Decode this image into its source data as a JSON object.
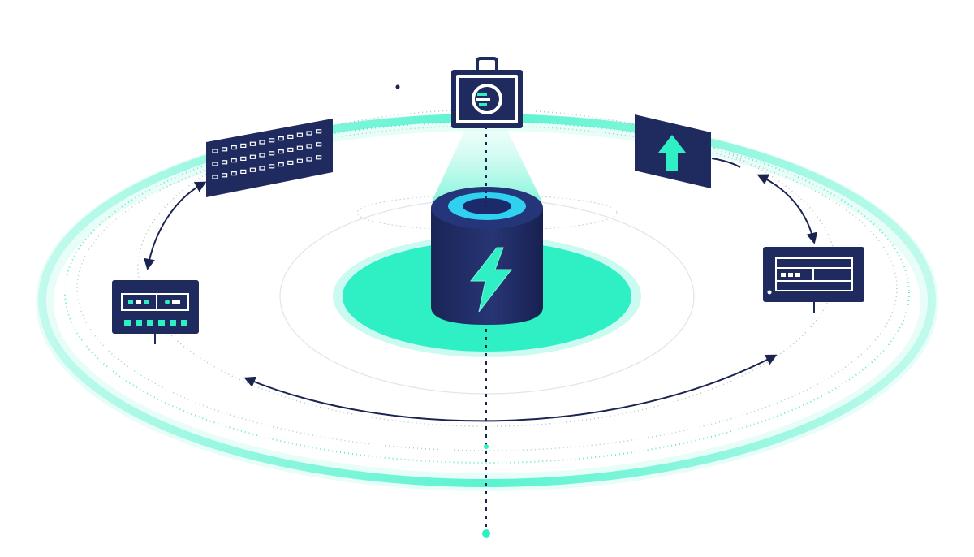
{
  "diagram": {
    "center_node": {
      "icon": "lightning-bolt-icon",
      "kind": "battery-cylinder"
    },
    "peripheral_nodes": [
      {
        "id": "top",
        "icon": "gauge-icon"
      },
      {
        "id": "upper-left",
        "icon": "keypad-panel-icon"
      },
      {
        "id": "upper-right",
        "icon": "arrow-up-icon"
      },
      {
        "id": "left",
        "icon": "control-panel-icon"
      },
      {
        "id": "right",
        "icon": "display-panel-icon"
      }
    ],
    "colors": {
      "navy": "#1f2b5e",
      "navy_dark": "#131c45",
      "teal": "#2ef0c4",
      "teal_light": "#7ff5d9",
      "arrow": "#1b2450"
    }
  }
}
